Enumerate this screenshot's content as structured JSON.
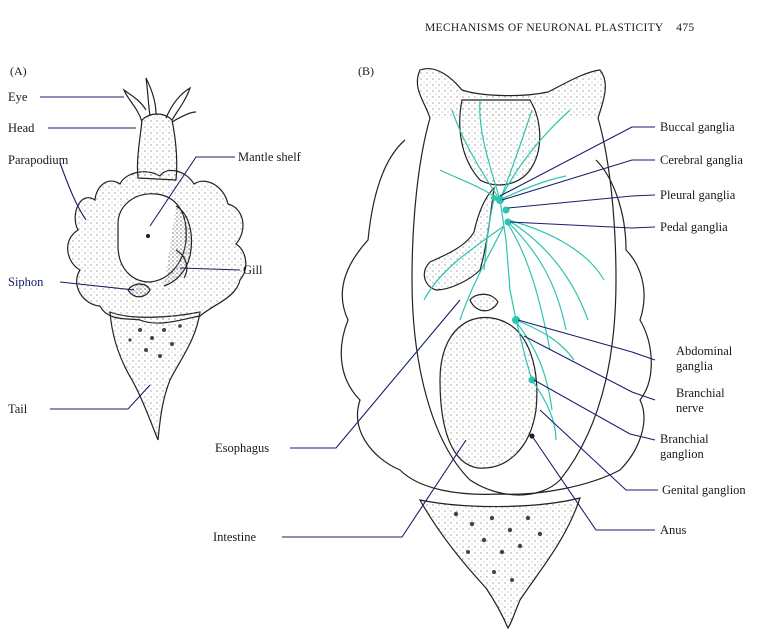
{
  "header": {
    "running_title": "MECHANISMS OF NEURONAL PLASTICITY",
    "page_number": "475"
  },
  "panel_a": {
    "tag": "(A)",
    "labels": {
      "eye": "Eye",
      "head": "Head",
      "parapodium": "Parapodium",
      "mantle_shelf": "Mantle shelf",
      "gill": "Gill",
      "siphon": "Siphon",
      "tail": "Tail"
    }
  },
  "panel_b": {
    "tag": "(B)",
    "labels": {
      "buccal": "Buccal ganglia",
      "cerebral": "Cerebral ganglia",
      "pleural": "Pleural ganglia",
      "pedal": "Pedal ganglia",
      "abdominal_1": "Abdominal",
      "abdominal_2": "ganglia",
      "branchial_nerve_1": "Branchial",
      "branchial_nerve_2": "nerve",
      "branchial_ganglion_1": "Branchial",
      "branchial_ganglion_2": "ganglion",
      "genital": "Genital ganglion",
      "esophagus": "Esophagus",
      "intestine": "Intestine",
      "anus": "Anus"
    }
  },
  "colors": {
    "ink": "#222222",
    "leader_blue": "#15206b",
    "nerve": "#2ec4b0",
    "stipple": "#9a9a9a"
  }
}
